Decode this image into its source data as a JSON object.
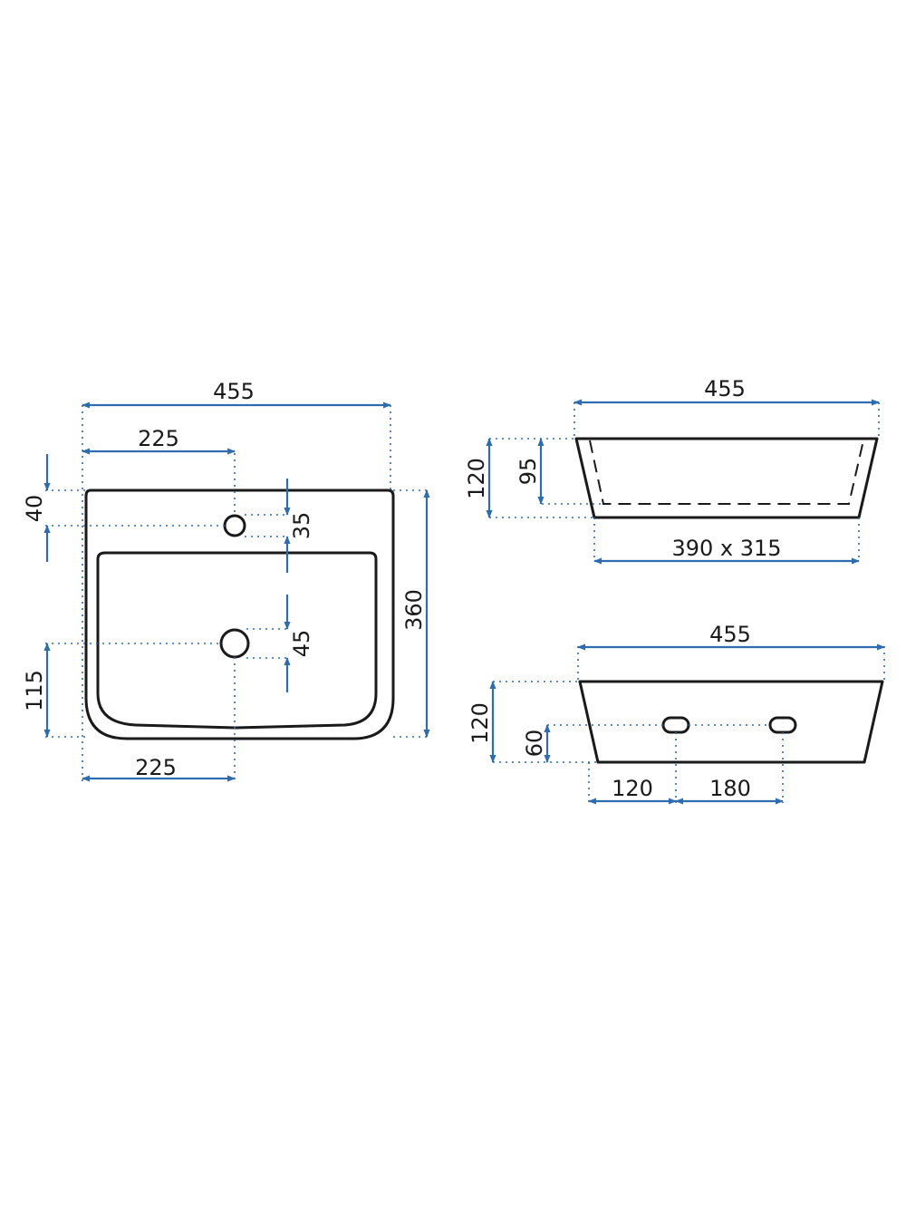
{
  "colors": {
    "outline": "#1a1a1a",
    "dimension": "#2f6cae",
    "background": "#ffffff"
  },
  "top_view": {
    "overall_width": "455",
    "tap_hole_offset_top": "225",
    "tap_hole_from_back": "40",
    "tap_hole_diameter": "35",
    "drain_diameter": "45",
    "overall_depth": "360",
    "drain_from_front": "115",
    "drain_offset_bottom": "225"
  },
  "front_view": {
    "overall_width": "455",
    "height": "120",
    "bowl_depth": "95",
    "bowl_size": "390 x 315"
  },
  "back_view": {
    "overall_width": "455",
    "height": "120",
    "fixing_height": "60",
    "fixing_offset": "120",
    "fixing_spacing": "180"
  }
}
